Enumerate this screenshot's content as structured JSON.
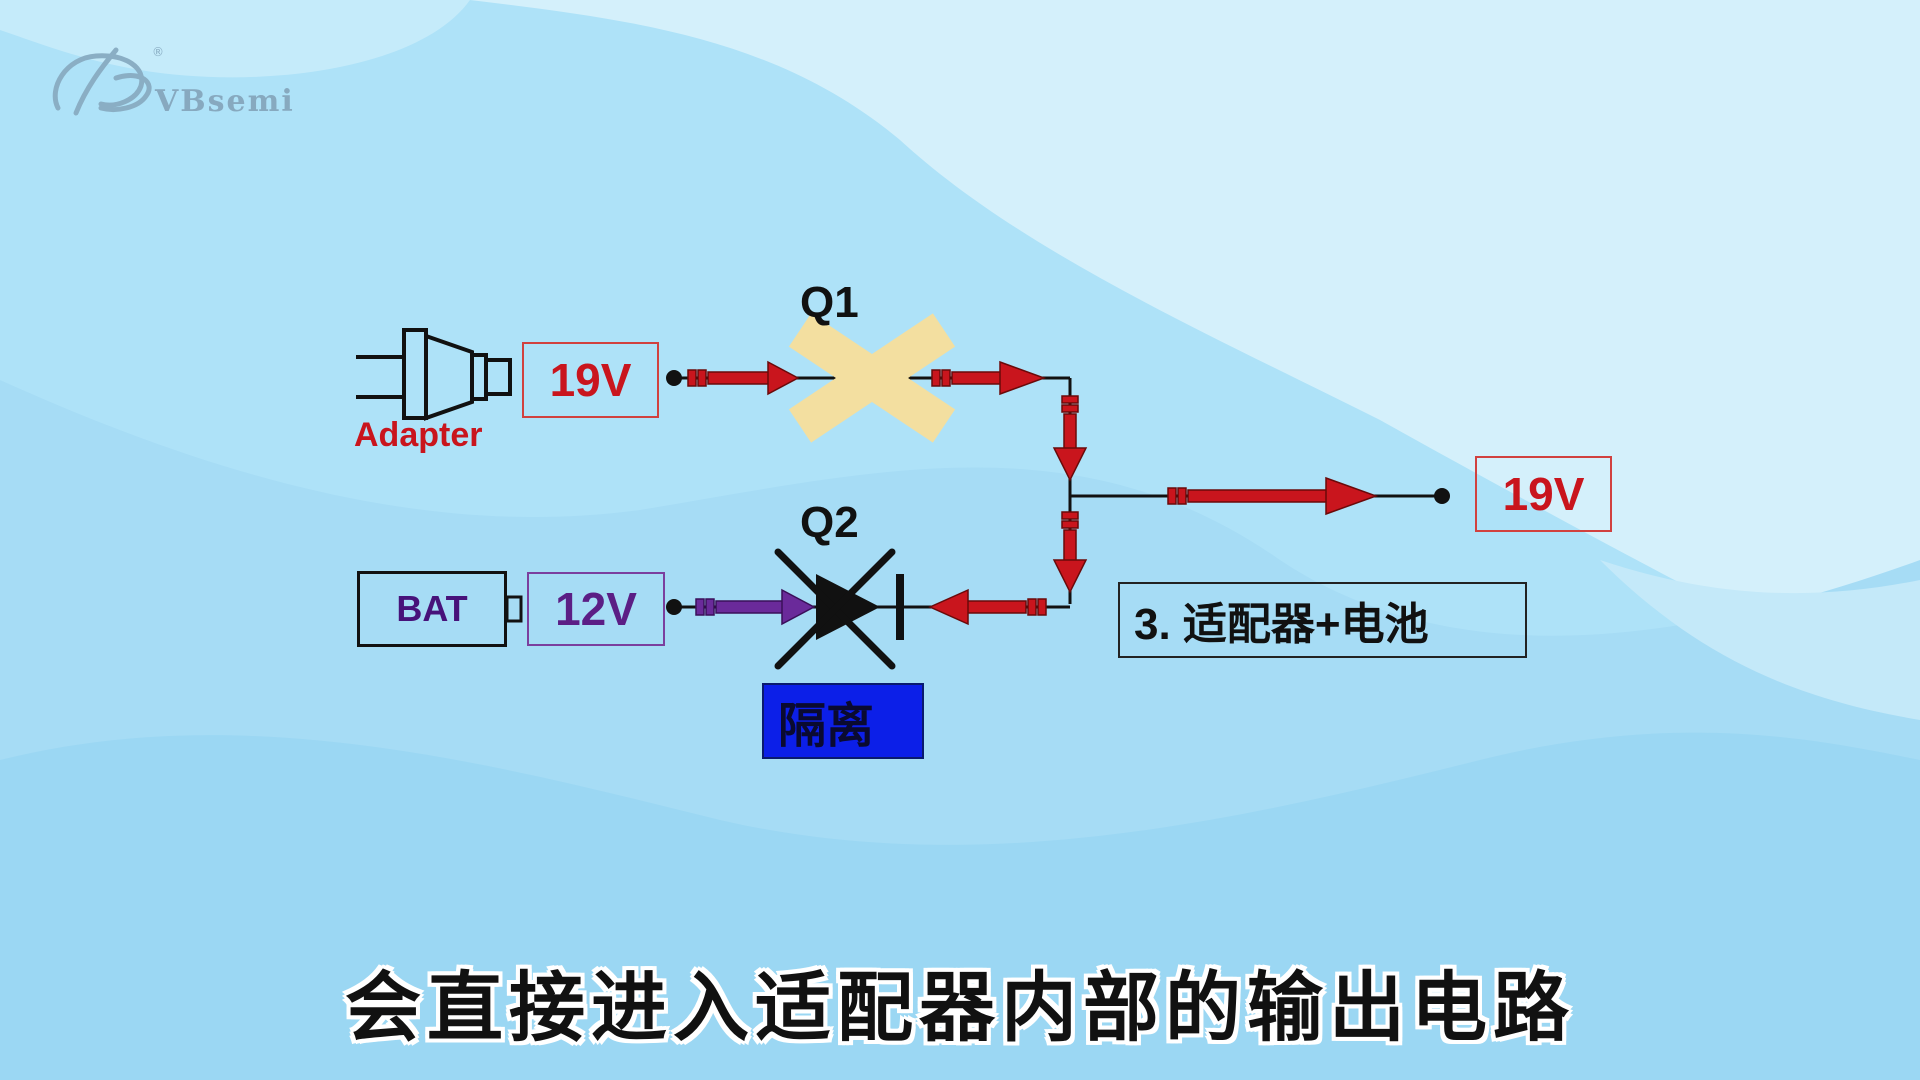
{
  "brand": {
    "name": "VBsemi",
    "registered_mark": "®"
  },
  "circuit": {
    "adapter_label": "Adapter",
    "adapter_voltage": "19V",
    "battery_label": "BAT",
    "battery_voltage": "12V",
    "q1_label": "Q1",
    "q2_label": "Q2",
    "output_voltage": "19V",
    "mode_label": "3. 适配器+电池",
    "isolation_label": "隔离",
    "q1_disabled": true,
    "q2_disabled": true
  },
  "subtitle": "会直接进入适配器内部的输出电路",
  "colors": {
    "background": "#aee2f8",
    "power_red": "#c9151d",
    "battery_purple": "#6a2a9a",
    "cross_tan": "#f3dfa0",
    "isolation_blue": "#0c1fe8"
  }
}
